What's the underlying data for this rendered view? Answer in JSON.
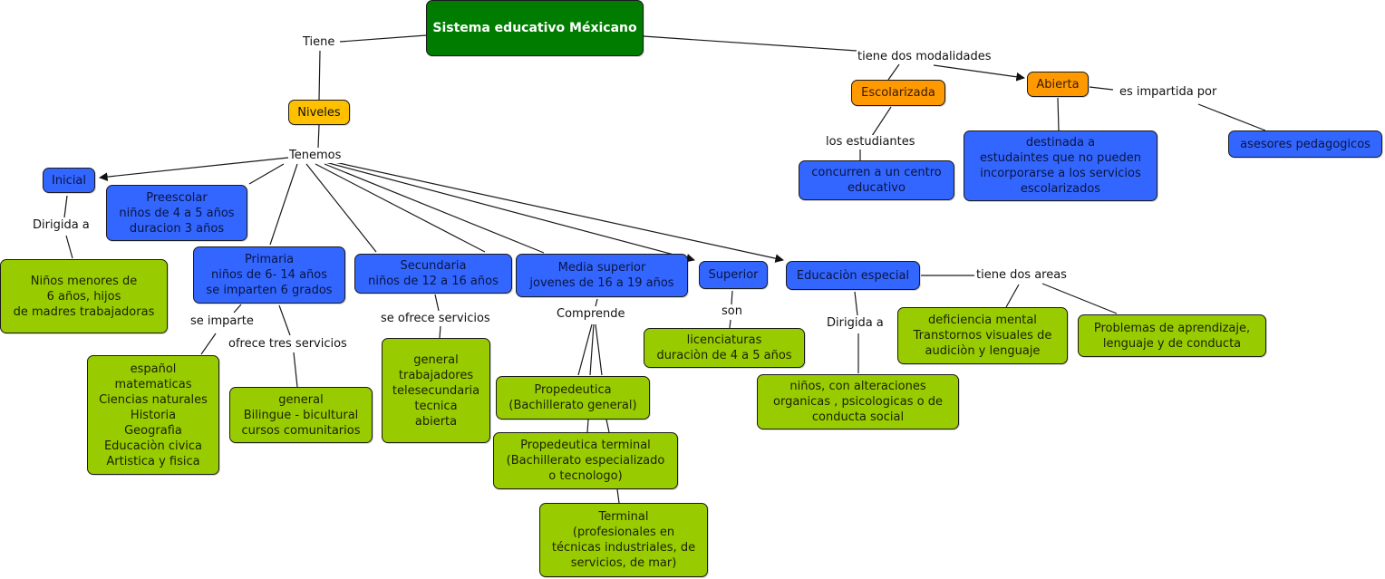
{
  "title": "Sistema educativo Méxicano",
  "colors": {
    "root": "#007d00",
    "level": "#ffc000",
    "modality": "#ff9900",
    "concept": "#3366ff",
    "detail": "#99cc00",
    "line": "#1a1a1a"
  },
  "nodes": {
    "root": "Sistema educativo Méxicano",
    "niveles": "Niveles",
    "escolarizada": "Escolarizada",
    "abierta": "Abierta",
    "asesores": "asesores pedagogicos",
    "concurren": "concurren a un centro\neducativo",
    "destinada": "destinada a\nestudaintes que no pueden\nincorporarse a los servicios\nescolarizados",
    "inicial": "Inicial",
    "preescolar": "Preescolar\nniños de 4 a 5 años\nduracion 3 años",
    "inicial_detail": "Niños menores de\n6 años, hijos\n de madres trabajadoras",
    "primaria": "Primaria\nniños de 6- 14 años\nse imparten 6 grados",
    "primaria_materias": "español\nmatematicas\nCiencias naturales\nHistoria\nGeografìa\nEducaciòn civica\nArtistica y fisica",
    "primaria_servicios": "general\nBilingue - bicultural\ncursos comunitarios",
    "secundaria": "Secundaria\nniños de 12 a 16 años",
    "secundaria_servicios": "general\ntrabajadores\ntelesecundaria\ntecnica\nabierta",
    "media_superior": "Media superior\njovenes de 16 a 19 años",
    "propedeutica": "Propedeutica\n(Bachillerato general)",
    "propedeutica_terminal": "Propedeutica terminal\n(Bachillerato especializado\no tecnologo)",
    "terminal": "Terminal\n(profesionales en\ntécnicas industriales, de\nservicios, de mar)",
    "superior": "Superior",
    "licenciaturas": "licenciaturas\nduraciòn de 4 a 5 años",
    "educacion_especial": "Educaciòn especial",
    "especial_dirigida": "niños, con alteraciones\norganicas , psicologicas o de\nconducta social",
    "deficiencia": "deficiencia mental\nTranstornos visuales de\naudiciòn y lenguaje",
    "problemas": "Problemas de aprendizaje,\nlenguaje y de conducta"
  },
  "links": {
    "tiene": "Tiene",
    "tiene_dos_modalidades": "tiene dos modalidades",
    "es_impartida_por": "es impartida por",
    "los_estudiantes": "los estudiantes",
    "tenemos": "Tenemos",
    "dirigida_a_inicial": "Dirigida a",
    "se_imparte": "se imparte",
    "ofrece_tres_servicios": "ofrece tres servicios",
    "se_ofrece_servicios": "se ofrece servicios",
    "comprende": "Comprende",
    "son": "son",
    "dirigida_a_especial": "Dirigida a",
    "tiene_dos_areas": "tiene dos areas"
  }
}
